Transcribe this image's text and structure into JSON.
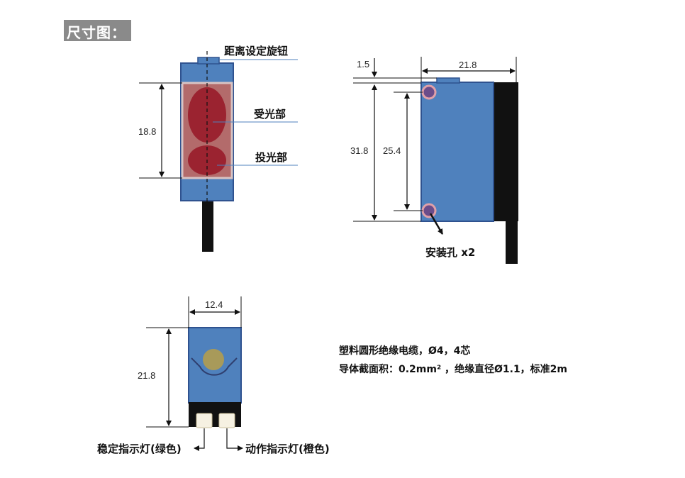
{
  "title": "尺寸图：",
  "front_view": {
    "dim_height": "18.8",
    "label_knob": "距离设定旋钮",
    "label_receiver": "受光部",
    "label_emitter": "投光部"
  },
  "side_view": {
    "dim_top_offset": "1.5",
    "dim_width": "21.8",
    "dim_height": "31.8",
    "dim_hole_spacing": "25.4",
    "label_mount_holes": "安装孔 x2"
  },
  "top_view": {
    "dim_width": "12.4",
    "dim_height": "21.8",
    "label_stable_led": "稳定指示灯(绿色)",
    "label_action_led": "动作指示灯(橙色)"
  },
  "cable_note": {
    "line1": "塑料圆形绝缘电缆，Ø4，4芯",
    "line2": "导体截面积：0.2mm²  ，绝缘直径Ø1.1，标准2m"
  },
  "colors": {
    "body_blue": "#4f81bd",
    "body_outline": "#2f528f",
    "window_red": "#9b2330",
    "cable_black": "#111111"
  }
}
